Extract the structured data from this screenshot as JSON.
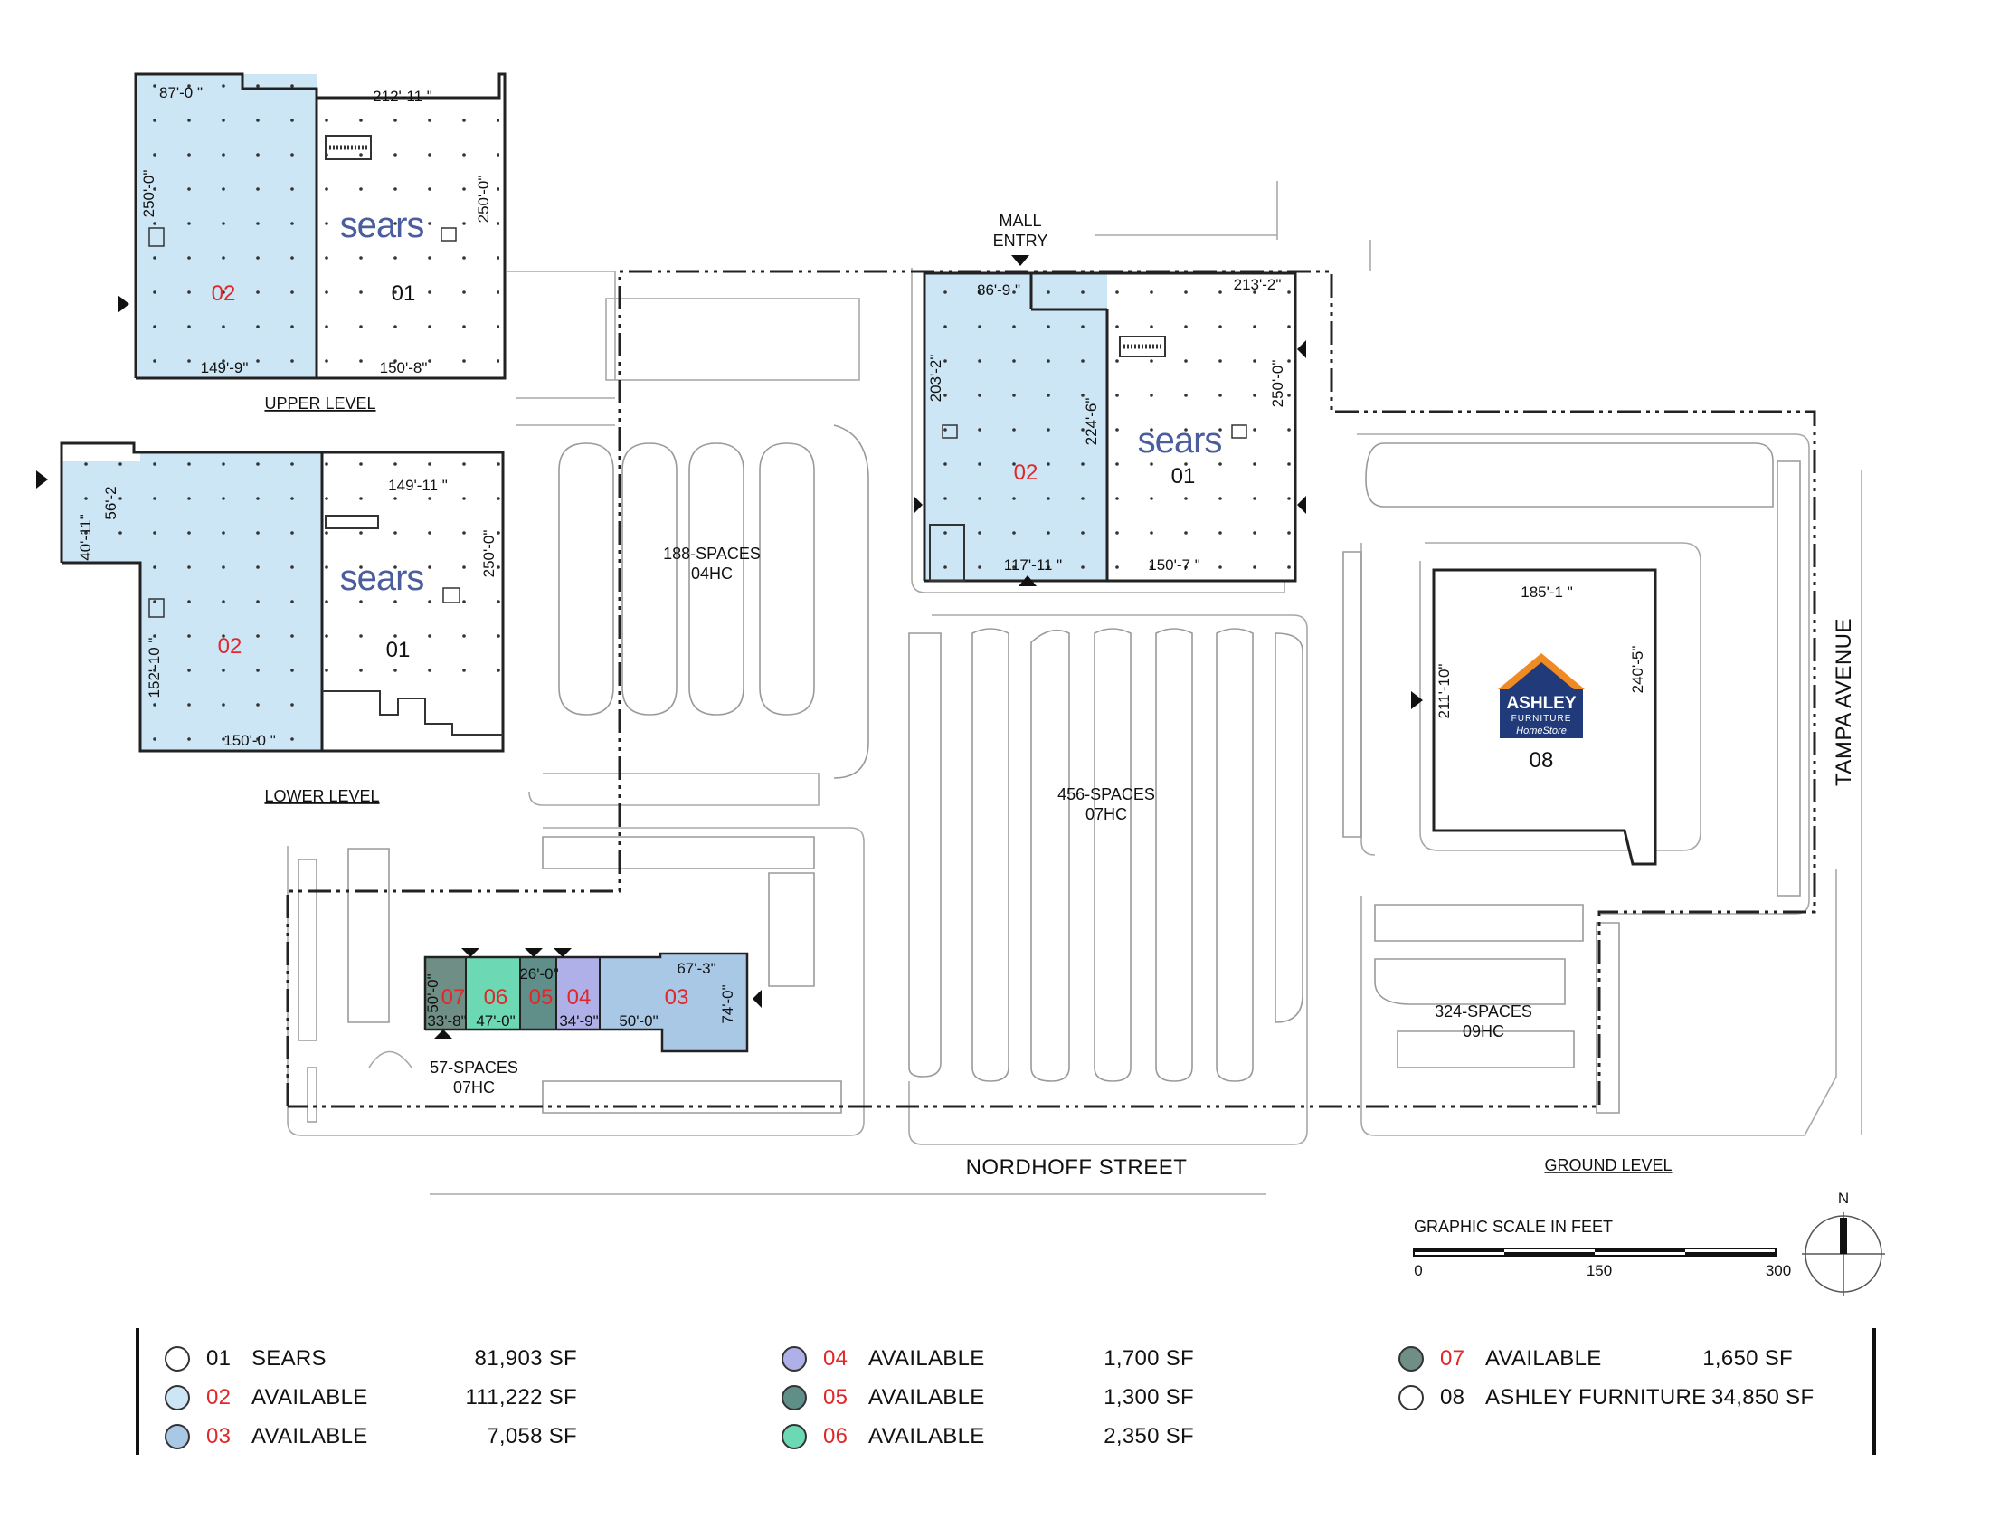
{
  "upper_level": {
    "title": "UPPER LEVEL",
    "store_logo": "sears",
    "suite_a": "02",
    "suite_b": "01",
    "dims": [
      "87'-0 \"",
      "212'-11 \"",
      "250'-0\"",
      "250'-0\"",
      "149'-9\"",
      "150'-8\""
    ]
  },
  "lower_level": {
    "title": "LOWER LEVEL",
    "store_logo": "sears",
    "suite_a": "02",
    "suite_b": "01",
    "dims": [
      "56'-2",
      "40'-11\"",
      "149'-11 \"",
      "250'-0\"",
      "152'-10 \"",
      "150'-0 \""
    ]
  },
  "ground_level": {
    "title": "GROUND LEVEL",
    "mall_entry": [
      "MALL",
      "ENTRY"
    ],
    "sears": {
      "logo": "sears",
      "suite_a": "02",
      "suite_b": "01",
      "dims": [
        "86'-9 \"",
        "213'-2\"",
        "203'-2\"",
        "224'-6\"",
        "250'-0\"",
        "117'-11 \"",
        "150'-7 \""
      ]
    },
    "ashley": {
      "logo_main": "ASHLEY",
      "logo_sub": "FURNITURE",
      "logo_script": "HomeStore",
      "suite": "08",
      "dims": [
        "185'-1 \"",
        "211'-10\"",
        "240'-5\""
      ]
    },
    "shops": {
      "suites": [
        "07",
        "06",
        "05",
        "04",
        "03"
      ],
      "dims": [
        "26'-0\"",
        "67'-3\"",
        "50'-0\"",
        "33'-8\"",
        "47'-0\"",
        "34'-9\"",
        "50'-0\"",
        "74'-0\""
      ]
    },
    "parking": [
      {
        "spaces": "188-SPACES",
        "hc": "04HC"
      },
      {
        "spaces": "456-SPACES",
        "hc": "07HC"
      },
      {
        "spaces": "57-SPACES",
        "hc": "07HC"
      },
      {
        "spaces": "324-SPACES",
        "hc": "09HC"
      }
    ],
    "streets": {
      "south": "NORDHOFF STREET",
      "east": "TAMPA AVENUE"
    },
    "scale": {
      "title": "GRAPHIC SCALE IN FEET",
      "ticks": [
        "0",
        "150",
        "300"
      ]
    },
    "north": "N"
  },
  "colors": {
    "available_blue": "#cde6f5",
    "suite_03": "#a9c8e6",
    "suite_04": "#b0b0e8",
    "suite_05": "#5f8f88",
    "suite_06": "#6cd8b4",
    "suite_07": "#6f8f86",
    "suite_text": "#e0282a",
    "logo_blue": "#4a5d9c",
    "ashley_orange": "#f08a24",
    "ashley_navy": "#213a7a"
  },
  "legend": [
    {
      "num": "01",
      "name": "SEARS",
      "area": "81,903 SF",
      "color": "#ffffff",
      "num_red": false
    },
    {
      "num": "02",
      "name": "AVAILABLE",
      "area": "111,222 SF",
      "color": "#cde6f5",
      "num_red": true
    },
    {
      "num": "03",
      "name": "AVAILABLE",
      "area": "7,058 SF",
      "color": "#a9c8e6",
      "num_red": true
    },
    {
      "num": "04",
      "name": "AVAILABLE",
      "area": "1,700 SF",
      "color": "#b0b0e8",
      "num_red": true
    },
    {
      "num": "05",
      "name": "AVAILABLE",
      "area": "1,300 SF",
      "color": "#5f8f88",
      "num_red": true
    },
    {
      "num": "06",
      "name": "AVAILABLE",
      "area": "2,350 SF",
      "color": "#6cd8b4",
      "num_red": true
    },
    {
      "num": "07",
      "name": "AVAILABLE",
      "area": "1,650 SF",
      "color": "#6f8f86",
      "num_red": true
    },
    {
      "num": "08",
      "name": "ASHLEY FURNITURE",
      "area": "34,850 SF",
      "color": "#ffffff",
      "num_red": false
    }
  ]
}
